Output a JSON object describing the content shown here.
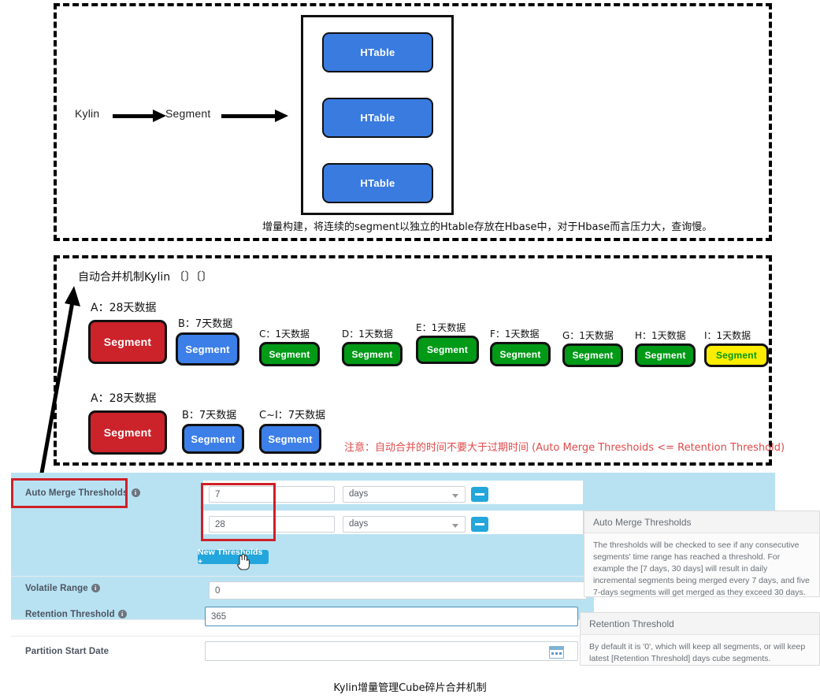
{
  "panel1": {
    "source_label": "Kylin",
    "segment_label": "Segment",
    "htables": [
      "HTable",
      "HTable",
      "HTable"
    ],
    "caption": "增量构建，将连续的segment以独立的Htable存放在Hbase中，对于Hbase而言压力大，查询慢。"
  },
  "panel2": {
    "title": "自动合并机制Kylin 〔〕〔〕",
    "row1": [
      {
        "label": "A：28天数据",
        "text": "Segment",
        "color": "#cc2229",
        "textColor": "#ffffff"
      },
      {
        "label": "B：7天数据",
        "text": "Segment",
        "color": "#3d7fe8",
        "textColor": "#ffffff"
      },
      {
        "label": "C：1天数据",
        "text": "Segment",
        "color": "#009a17",
        "textColor": "#ffffff"
      },
      {
        "label": "D：1天数据",
        "text": "Segment",
        "color": "#009a17",
        "textColor": "#ffffff"
      },
      {
        "label": "E：1天数据",
        "text": "Segment",
        "color": "#009a17",
        "textColor": "#ffffff"
      },
      {
        "label": "F：1天数据",
        "text": "Segment",
        "color": "#009a17",
        "textColor": "#ffffff"
      },
      {
        "label": "G：1天数据",
        "text": "Segment",
        "color": "#009a17",
        "textColor": "#ffffff"
      },
      {
        "label": "H：1天数据",
        "text": "Segment",
        "color": "#009a17",
        "textColor": "#ffffff"
      },
      {
        "label": "I：1天数据",
        "text": "Segment",
        "color": "#ffed00",
        "textColor": "#009a17"
      }
    ],
    "row2": [
      {
        "label": "A：28天数据",
        "text": "Segment",
        "color": "#cc2229",
        "textColor": "#ffffff"
      },
      {
        "label": "B：7天数据",
        "text": "Segment",
        "color": "#3d7fe8",
        "textColor": "#ffffff"
      },
      {
        "label": "C~I：7天数据",
        "text": "Segment",
        "color": "#3d7fe8",
        "textColor": "#ffffff"
      }
    ],
    "note": "注意：自动合并的时间不要大于过期时间 (Auto Merge Threshoids <= Retention Threshold)",
    "note_color": "#e04a4a"
  },
  "form": {
    "auto_merge_label": "Auto Merge Thresholds",
    "thresholds": [
      {
        "value": "7",
        "unit": "days"
      },
      {
        "value": "28",
        "unit": "days"
      }
    ],
    "new_thresholds_button": "New Thresholds +",
    "volatile_range_label": "Volatile Range",
    "volatile_range_value": "0",
    "retention_label": "Retention Threshold",
    "retention_value": "365",
    "partition_label": "Partition Start Date",
    "partition_value": "",
    "accent_color": "#22a6dc",
    "highlight_color": "#cf2027",
    "panel_bg": "#b8e2f2"
  },
  "tooltips": [
    {
      "title": "Auto Merge Thresholds",
      "body": "The thresholds will be checked to see if any consecutive segments' time range has reached a threshold. For example the [7 days, 30 days] will result in daily incremental segments being merged every 7 days, and five 7-days segments will get merged as they exceed 30 days."
    },
    {
      "title": "Retention Threshold",
      "body": "By default it is '0', which will keep all segments, or will keep latest [Retention Threshold] days cube segments."
    }
  ],
  "bottom_caption": "Kylin增量管理Cube碎片合并机制"
}
